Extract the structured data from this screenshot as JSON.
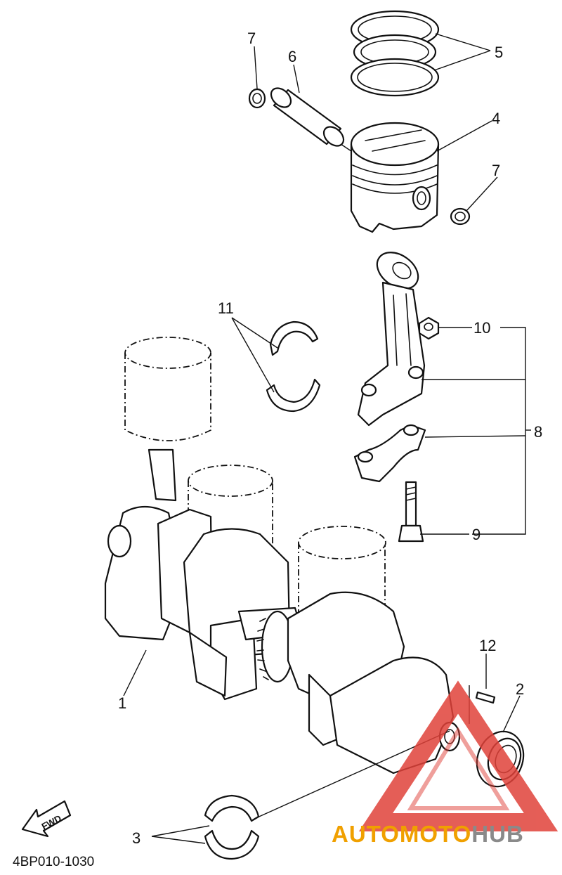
{
  "diagram_code": "4BP010-1030",
  "fwd_label": "FWD",
  "callouts": {
    "c1": "1",
    "c2": "2",
    "c3": "3",
    "c4": "4",
    "c5": "5",
    "c6": "6",
    "c7a": "7",
    "c7b": "7",
    "c8": "8",
    "c9": "9",
    "c10": "10",
    "c11": "11",
    "c12": "12"
  },
  "watermark": {
    "part1": "AUTOMOTO",
    "part2": "HUB",
    "color1": "#f0a000",
    "color2": "#8a8a8a",
    "triangle_color": "#e0423a"
  }
}
